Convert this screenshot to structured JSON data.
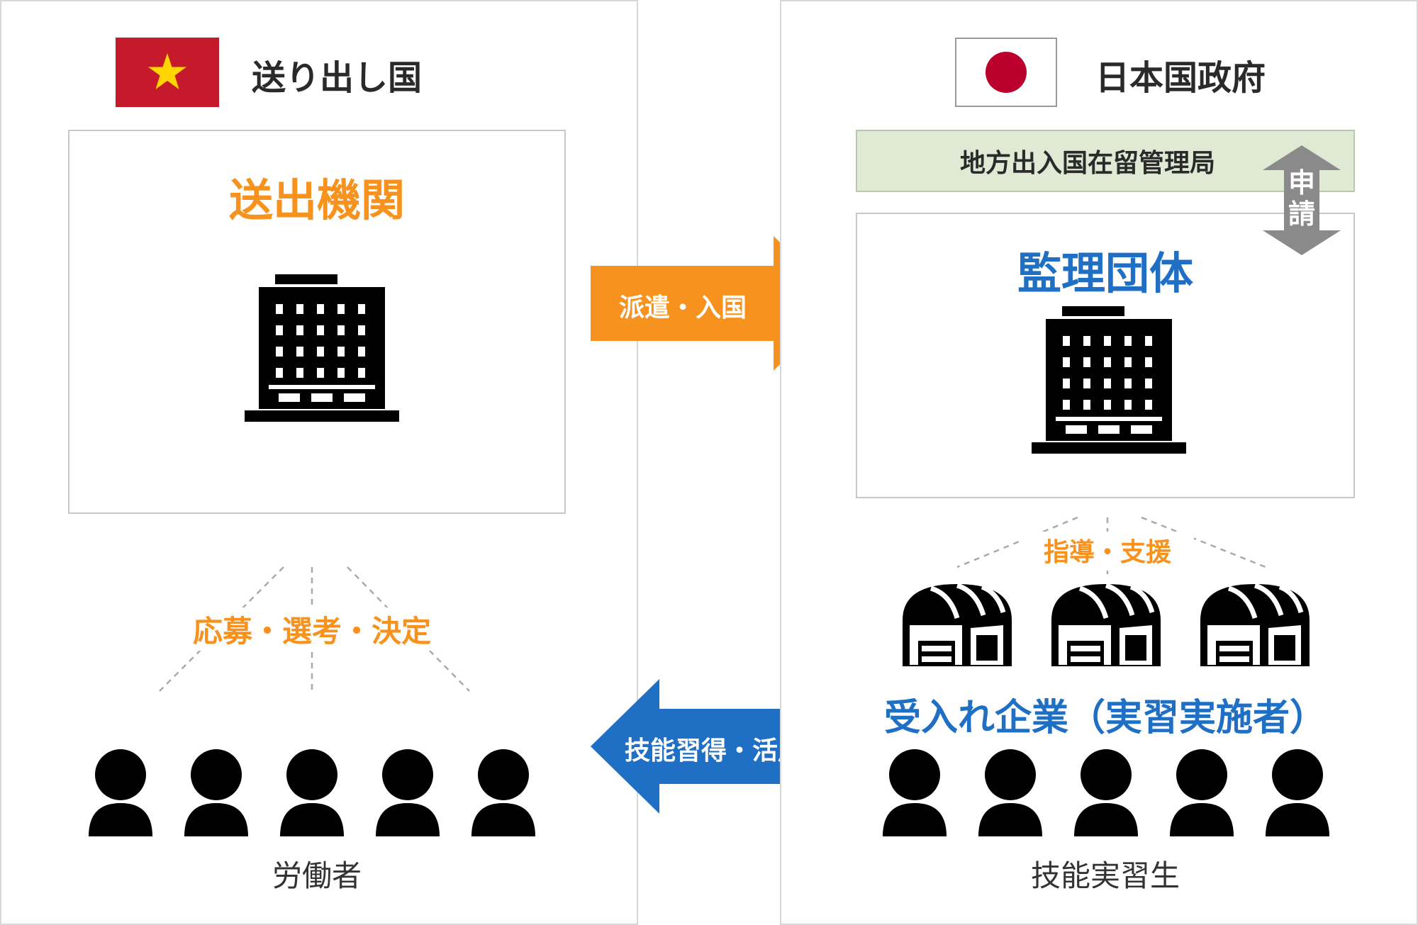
{
  "left": {
    "country_label": "送り出し国",
    "flag_icon": "vietnam-flag-icon",
    "org_title": "送出機関",
    "org_icon": "office-building-icon",
    "selection_label": "応募・選考・決定",
    "people_icon": "person-icon",
    "people_count": 5,
    "people_caption": "労働者"
  },
  "right": {
    "country_label": "日本国政府",
    "flag_icon": "japan-flag-icon",
    "bureau_label": "地方出入国在留管理局",
    "apply_label": "申請",
    "org_title": "監理団体",
    "org_icon": "office-building-icon",
    "guidance_label": "指導・支援",
    "factory_icon": "factory-icon",
    "factory_count": 3,
    "company_label": "受入れ企業（実習実施者）",
    "people_icon": "person-icon",
    "people_count": 5,
    "people_caption": "技能実習生"
  },
  "arrows": {
    "dispatch_label": "派遣・入国",
    "return_label": "技能習得・活用"
  },
  "colors": {
    "orange": "#f7921e",
    "blue": "#1f6fc5",
    "vietnam_red": "#c41a2b",
    "vietnam_star": "#ffd400",
    "japan_red": "#bc002d",
    "bureau_green": "#dfe9d3",
    "gray_arrow": "#8a8a8a"
  }
}
